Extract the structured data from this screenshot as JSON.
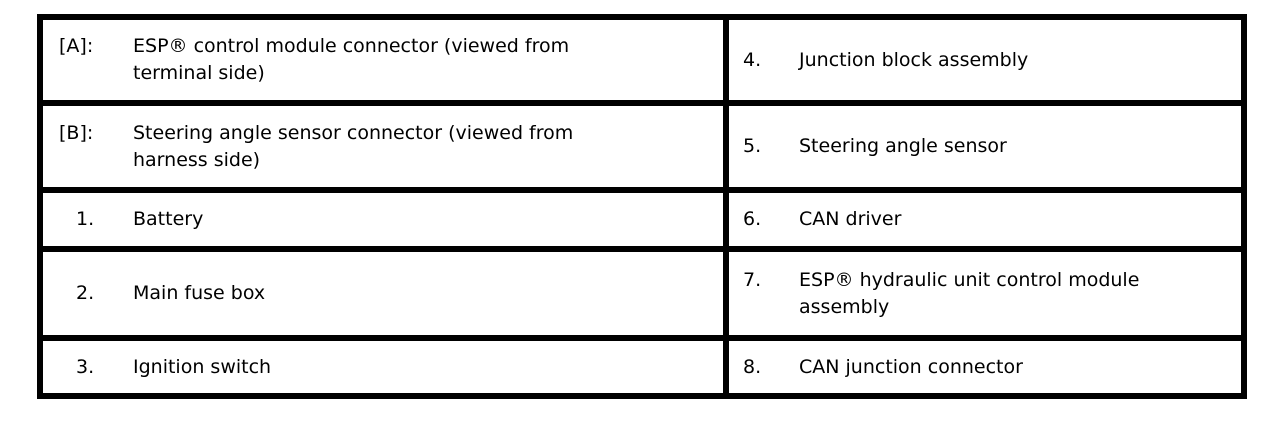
{
  "colors": {
    "background": "#ffffff",
    "border": "#000000",
    "text": "#000000"
  },
  "legend_table": {
    "left_rows": [
      {
        "label": "[A]:",
        "text": "ESP® control module connector (viewed from\nterminal side)"
      },
      {
        "label": "[B]:",
        "text": "Steering angle sensor connector (viewed from\nharness side)"
      },
      {
        "label": "1.",
        "text": "Battery"
      },
      {
        "label": "2.",
        "text": "Main fuse box"
      },
      {
        "label": "3.",
        "text": "Ignition switch"
      }
    ],
    "right_rows": [
      {
        "label": "4.",
        "text": "Junction block assembly"
      },
      {
        "label": "5.",
        "text": "Steering angle sensor"
      },
      {
        "label": "6.",
        "text": "CAN driver"
      },
      {
        "label": "7.",
        "text": "ESP® hydraulic unit control module\nassembly"
      },
      {
        "label": "8.",
        "text": "CAN junction connector"
      }
    ]
  }
}
